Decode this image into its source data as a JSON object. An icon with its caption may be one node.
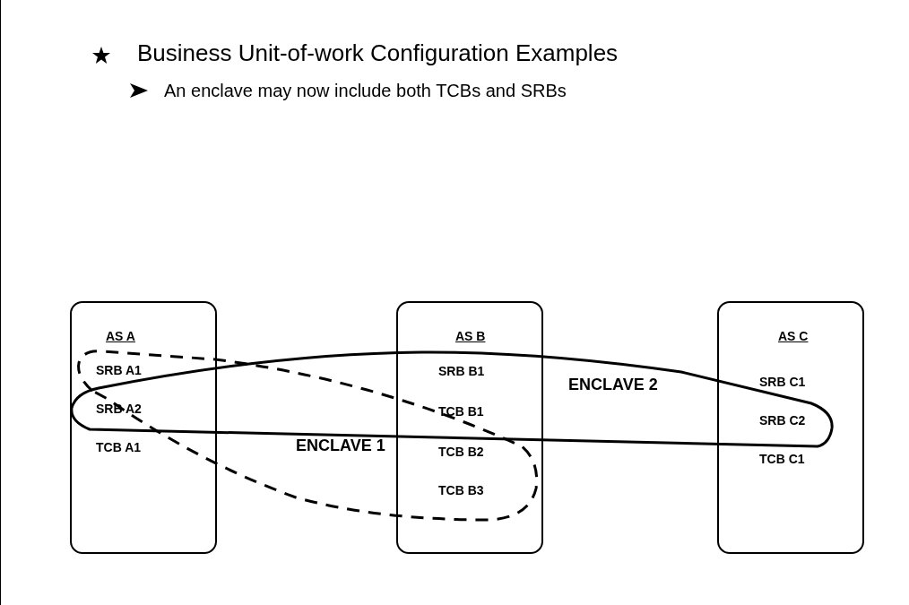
{
  "diagram": {
    "title": "Business Unit-of-work Configuration Examples",
    "nodes": [
      {
        "text": [
          "AS A",
          "SRB A1",
          "SRB A2",
          "TCB A1"
        ]
      },
      {
        "text": [
          "AS B",
          "SRB B1",
          "TCB B1",
          "TCB B2",
          "TCB B3"
        ]
      },
      {
        "text": [
          "AS C",
          "SRB C1",
          "SRB C2",
          "TCB C1"
        ]
      },
      {
        "text": [
          "ENCLAVE 1"
        ]
      },
      {
        "text": [
          "ENCLAVE 2"
        ]
      }
    ],
    "edges": [],
    "labels": [
      "An enclave may now include both TCBs and SRBs"
    ]
  }
}
